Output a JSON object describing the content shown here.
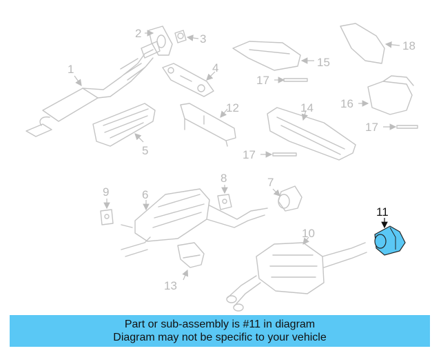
{
  "diagram": {
    "callouts": [
      "1",
      "2",
      "3",
      "4",
      "5",
      "6",
      "7",
      "8",
      "9",
      "10",
      "11",
      "12",
      "13",
      "14",
      "15",
      "16",
      "17",
      "17",
      "17",
      "18"
    ],
    "highlighted": "11",
    "highlight_color": "#5ac8f5",
    "part_line_color": "#c4c4c4"
  },
  "banner": {
    "line1": "Part or sub-assembly is #11 in diagram",
    "line2": "Diagram may not be specific to your vehicle",
    "background": "#5ac8f5"
  }
}
